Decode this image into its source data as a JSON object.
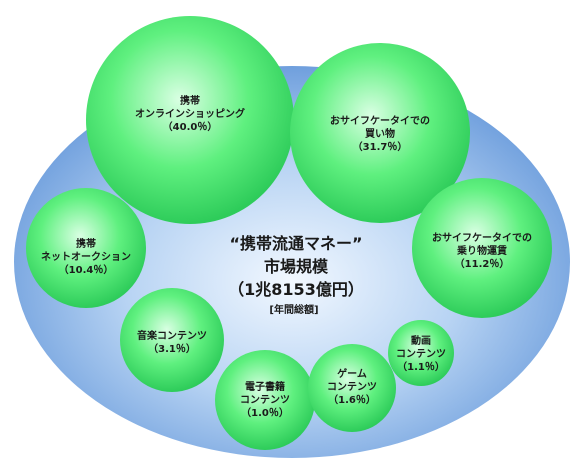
{
  "center": {
    "title_line1": "“携帯流通マネー”",
    "title_line2": "市場規模",
    "title_line3": "（1兆8153億円）",
    "note": "[年間総額]"
  },
  "segments": [
    {
      "lines": [
        "携帯",
        "オンラインショッピング",
        "（40.0％）"
      ],
      "share": 40.0
    },
    {
      "lines": [
        "おサイフケータイでの",
        "買い物",
        "（31.7％）"
      ],
      "share": 31.7
    },
    {
      "lines": [
        "おサイフケータイでの",
        "乗り物運賃",
        "（11.2％）"
      ],
      "share": 11.2
    },
    {
      "lines": [
        "携帯",
        "ネットオークション",
        "（10.4％）"
      ],
      "share": 10.4
    },
    {
      "lines": [
        "音楽コンテンツ",
        "（3.1％）"
      ],
      "share": 3.1
    },
    {
      "lines": [
        "電子書籍",
        "コンテンツ",
        "（1.0％）"
      ],
      "share": 1.0
    },
    {
      "lines": [
        "ゲーム",
        "コンテンツ",
        "（1.6％）"
      ],
      "share": 1.6
    },
    {
      "lines": [
        "動画",
        "コンテンツ",
        "（1.1％）"
      ],
      "share": 1.1
    }
  ],
  "colors": {
    "circle_light": "#d9ffe3",
    "circle_mid": "#5ff07f",
    "circle_dark": "#2ecc5a",
    "ellipse_center": "#f2f8ff",
    "ellipse_mid": "#b7d3f3",
    "ellipse_edge": "#6f9fdd"
  }
}
